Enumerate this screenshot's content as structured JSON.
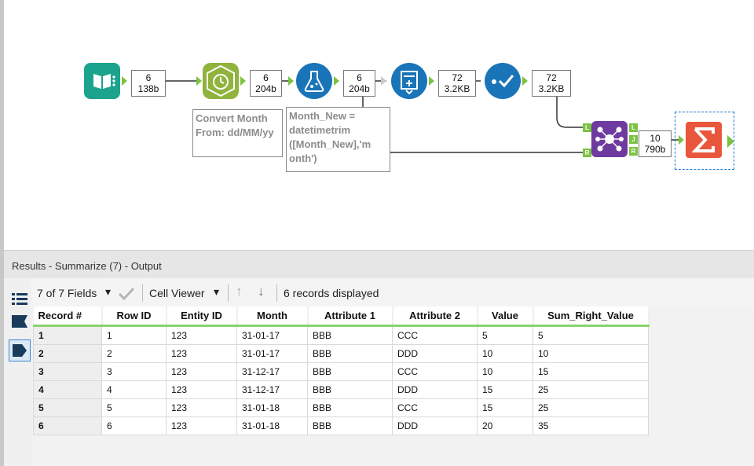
{
  "workflow": {
    "records": [
      {
        "count": "6",
        "size": "138b"
      },
      {
        "count": "6",
        "size": "204b"
      },
      {
        "count": "6",
        "size": "204b"
      },
      {
        "count": "72",
        "size": "3.2KB"
      },
      {
        "count": "72",
        "size": "3.2KB"
      },
      {
        "count": "10",
        "size": "790b"
      }
    ],
    "annotations": {
      "formula1": "Convert Month From: dd/MM/yy",
      "formula2": "Month_New = datetimetrim ([Month_New],'m onth')"
    },
    "join_ports": {
      "left": "L",
      "right": "R",
      "j": "J",
      "out_l": "L",
      "out_r": "R"
    },
    "icons": [
      "input-data-icon",
      "datetime-icon",
      "formula-icon",
      "generate-rows-icon",
      "select-icon",
      "join-icon",
      "summarize-icon"
    ],
    "colors": {
      "input": "#1ca38e",
      "datetime": "#8fb33c",
      "formula": "#1a74b8",
      "generate": "#1a74b8",
      "select": "#1a74b8",
      "join": "#6e3aa0",
      "summarize": "#e8573c",
      "anchor": "#7cc242"
    }
  },
  "results": {
    "title": "Results - Summarize (7) - Output",
    "fields_label": "7 of 7 Fields",
    "viewer_label": "Cell Viewer",
    "records_label": "6 records displayed",
    "columns": [
      "Record #",
      "Row ID",
      "Entity ID",
      "Month",
      "Attribute 1",
      "Attribute 2",
      "Value",
      "Sum_Right_Value"
    ],
    "rows": [
      [
        "1",
        "1",
        "123",
        "31-01-17",
        "BBB",
        "CCC",
        "5",
        "5"
      ],
      [
        "2",
        "2",
        "123",
        "31-01-17",
        "BBB",
        "DDD",
        "10",
        "10"
      ],
      [
        "3",
        "3",
        "123",
        "31-12-17",
        "BBB",
        "CCC",
        "10",
        "15"
      ],
      [
        "4",
        "4",
        "123",
        "31-12-17",
        "BBB",
        "DDD",
        "15",
        "25"
      ],
      [
        "5",
        "5",
        "123",
        "31-01-18",
        "BBB",
        "CCC",
        "15",
        "25"
      ],
      [
        "6",
        "6",
        "123",
        "31-01-18",
        "BBB",
        "DDD",
        "20",
        "35"
      ]
    ]
  }
}
